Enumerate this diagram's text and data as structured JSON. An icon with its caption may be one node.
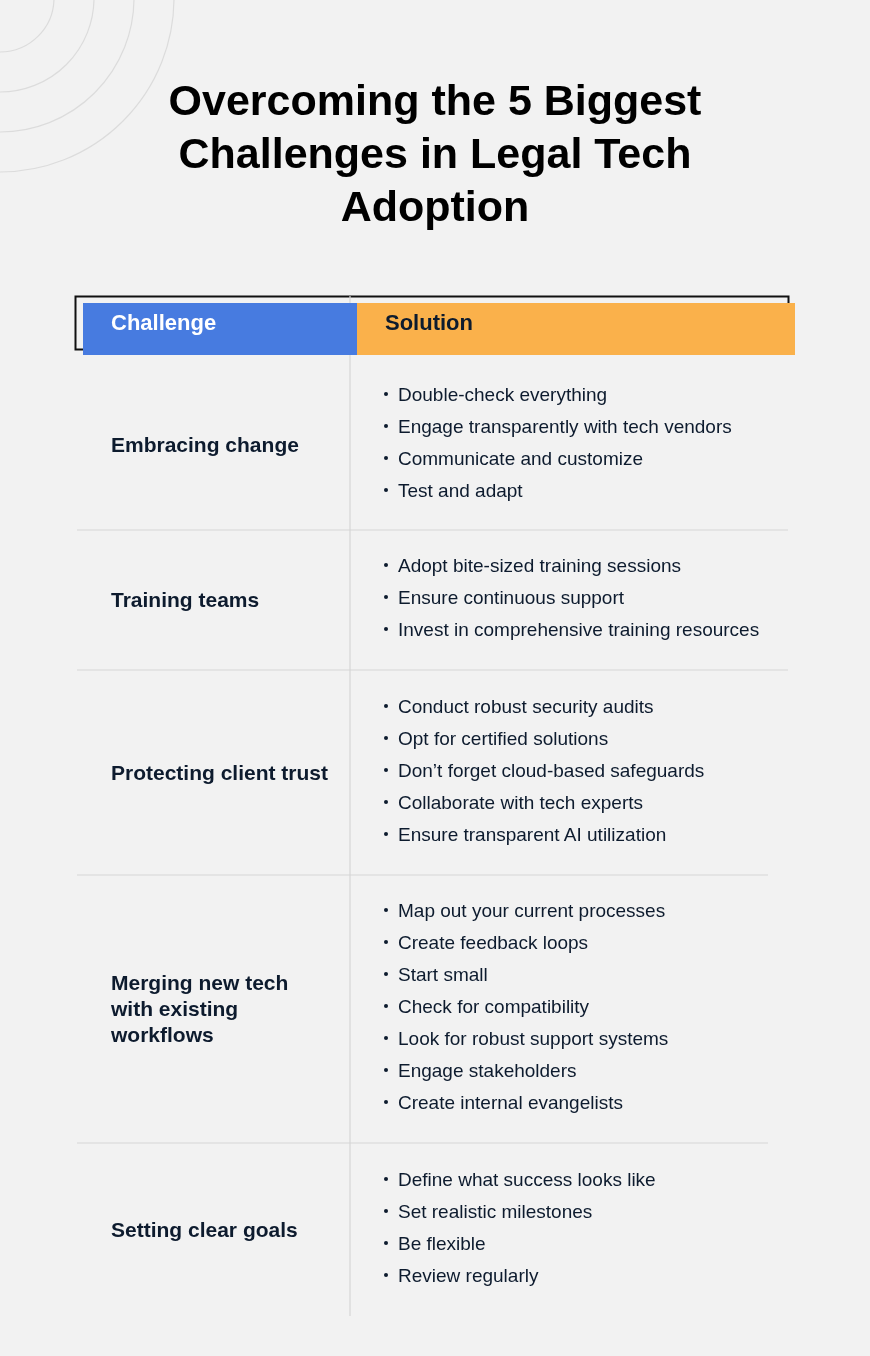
{
  "diagram": {
    "title": "Overcoming the **5 Biggest Challenges** in Legal Tech Adoption",
    "labels": [
      "Challenge",
      "Solution",
      "Embracing change",
      "Double-check everything",
      "Engage transparently with tech vendors",
      "Communicate and customize",
      "Test and adapt",
      "Training teams",
      "Adopt bite-sized training sessions",
      "Ensure continuous support",
      "Invest in comprehensive training resources",
      "Protecting client trust",
      "Conduct robust security audits",
      "Opt for certified solutions",
      "Don’t forget cloud-based safeguards",
      "Collaborate with tech experts",
      "Ensure transparent AI utilization",
      "Merging new tech with existing workflows",
      "Map out your current processes",
      "Create feedback loops",
      "Start small",
      "Check for compatibility",
      "Look for robust support systems",
      "Engage stakeholders",
      "Create internal evangelists",
      "Setting clear goals",
      "Define what success looks like",
      "Set realistic milestones",
      "Be flexible",
      "Review regularly"
    ]
  }
}
